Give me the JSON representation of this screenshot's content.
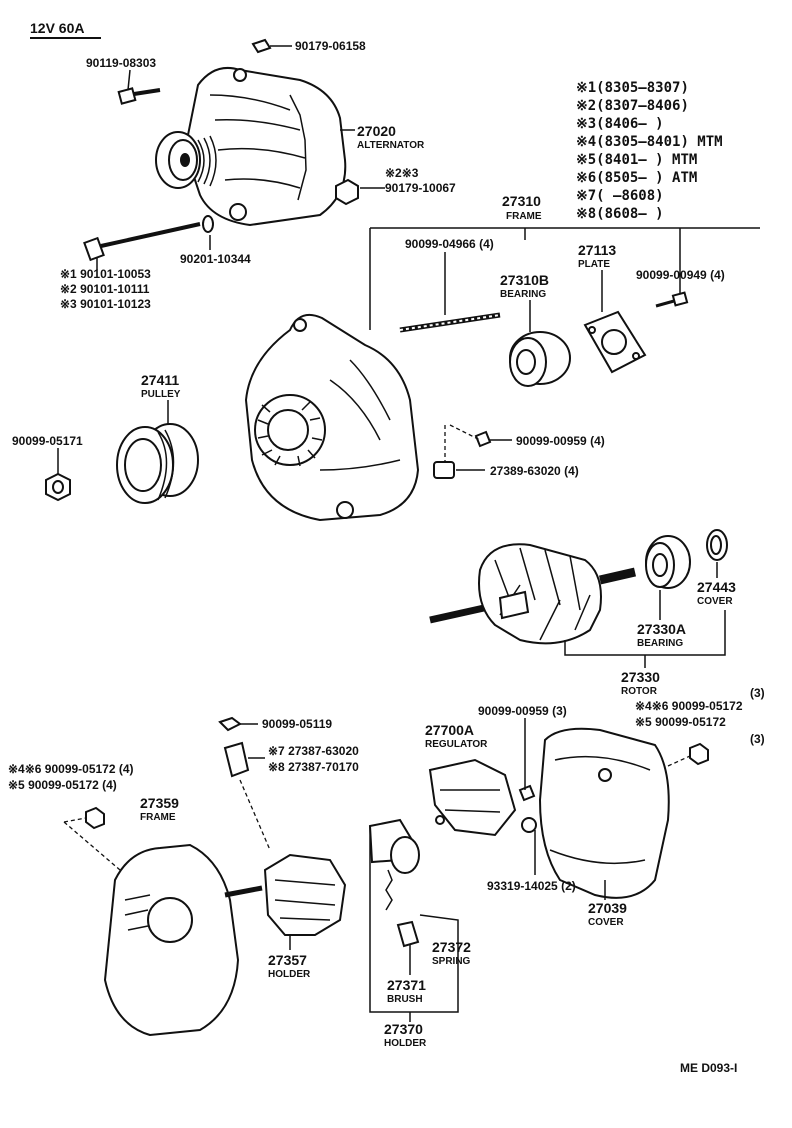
{
  "title": "12V 60A",
  "code": "ME  D093-I",
  "notes": [
    "※1(8305–8307)",
    "※2(8307–8406)",
    "※3(8406–      )",
    "※4(8305–8401) MTM",
    "※5(8401–      ) MTM",
    "※6(8505–      ) ATM",
    "※7(      –8608)",
    "※8(8608–      )"
  ],
  "labels": {
    "bolt_top": "90179-06158",
    "bolt_left": "90119-08303",
    "alt_no": "27020",
    "alt_name": "ALTERNATOR",
    "nut_note": "※2※3",
    "nut_no": "90179-10067",
    "washer": "90201-10344",
    "bolt_var1": "※1 90101-10053",
    "bolt_var2": "※2 90101-10111",
    "bolt_var3": "※3 90101-10123",
    "frame_no": "27310",
    "frame_name": "FRAME",
    "stud": "90099-04966 (4)",
    "brg_no": "27310B",
    "brg_name": "BEARING",
    "plate_no": "27113",
    "plate_name": "PLATE",
    "screw_plate": "90099-00949 (4)",
    "pulley_no": "27411",
    "pulley_name": "PULLEY",
    "nut_pulley": "90099-05171",
    "screw_mid": "90099-00959 (4)",
    "ins": "27389-63020 (4)",
    "cover_no": "27443",
    "cover_name": "COVER",
    "rbrg_no": "27330A",
    "rbrg_name": "BEARING",
    "rotor_no": "27330",
    "rotor_name": "ROTOR",
    "sc3": "90099-00959 (3)",
    "n46": "※4※6 90099-05172",
    "n46q": "(3)",
    "n5": "※5    90099-05172",
    "n5q": "(3)",
    "n119": "90099-05119",
    "c7": "※7 27387-63020",
    "c8": "※8 27387-70170",
    "lf46": "※4※6 90099-05172 (4)",
    "lf5": "※5      90099-05172 (4)",
    "ef_no": "27359",
    "ef_name": "FRAME",
    "reg_no": "27700A",
    "reg_name": "REGULATOR",
    "hold_no": "27357",
    "hold_name": "HOLDER",
    "wash2": "93319-14025 (2)",
    "rc_no": "27039",
    "rc_name": "COVER",
    "spr_no": "27372",
    "spr_name": "SPRING",
    "brush_no": "27371",
    "brush_name": "BRUSH",
    "bh_no": "27370",
    "bh_name": "HOLDER"
  }
}
